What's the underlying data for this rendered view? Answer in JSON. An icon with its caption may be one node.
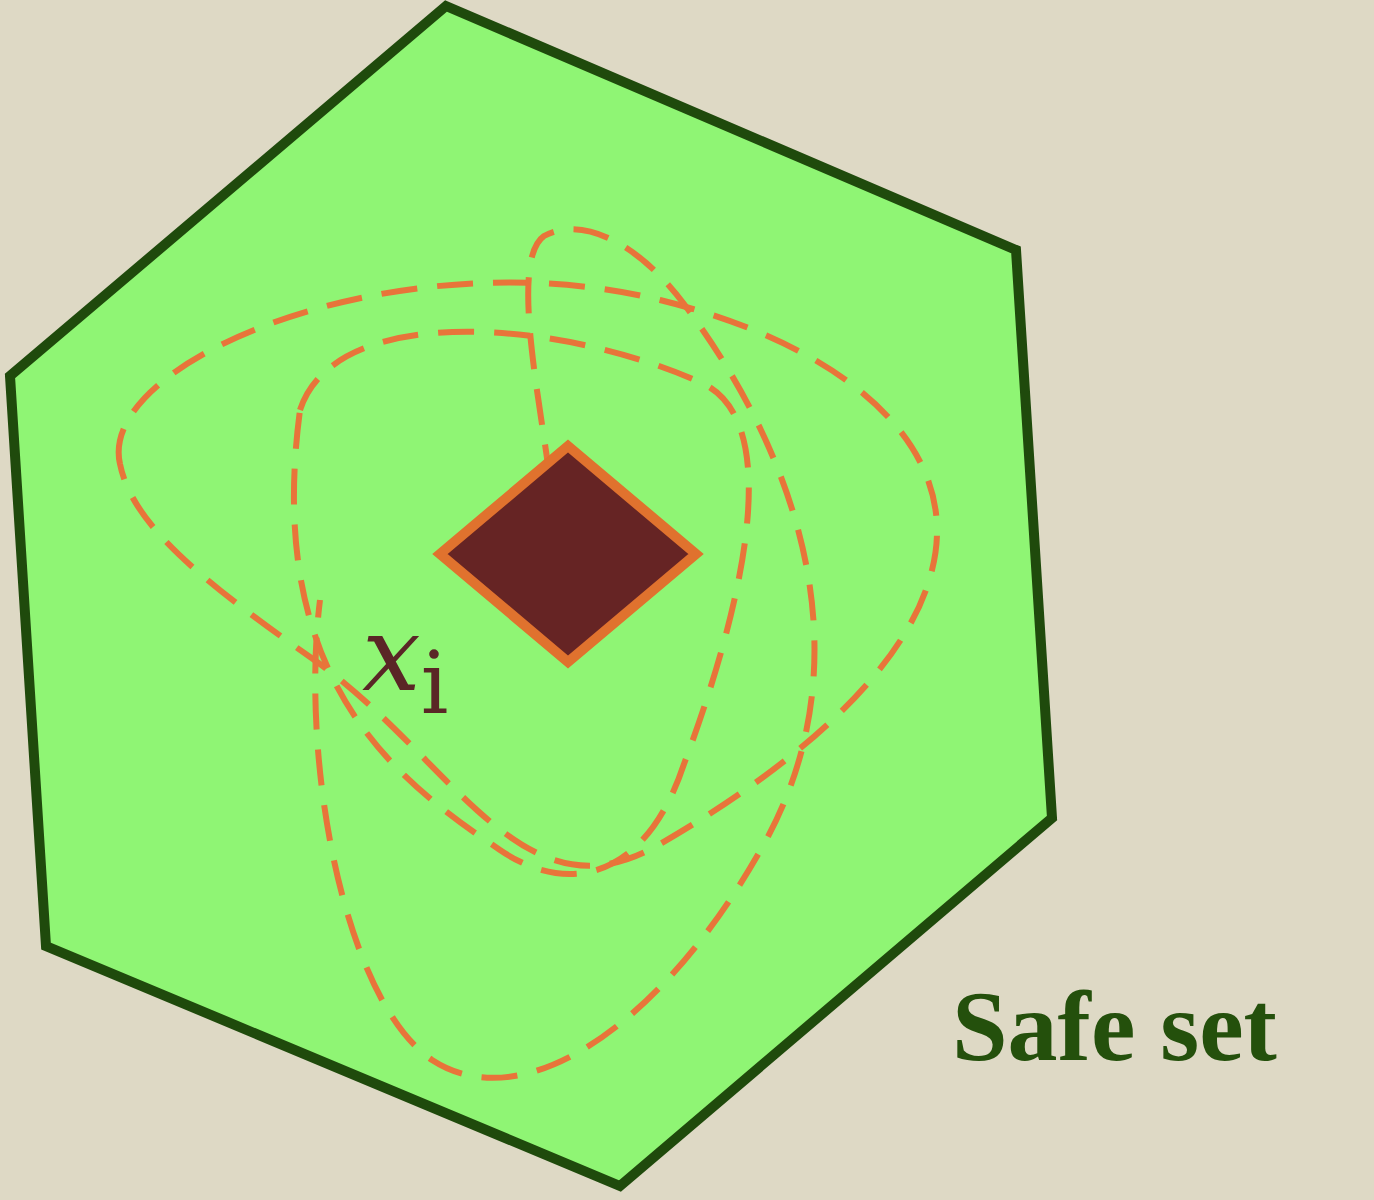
{
  "diagram": {
    "nodes": [
      {
        "text": [
          "Safe set"
        ]
      },
      {
        "text": [],
        "shape": "diamond",
        "in": 0,
        "beside": [
          "*x*$_{i}$"
        ]
      }
    ]
  }
}
